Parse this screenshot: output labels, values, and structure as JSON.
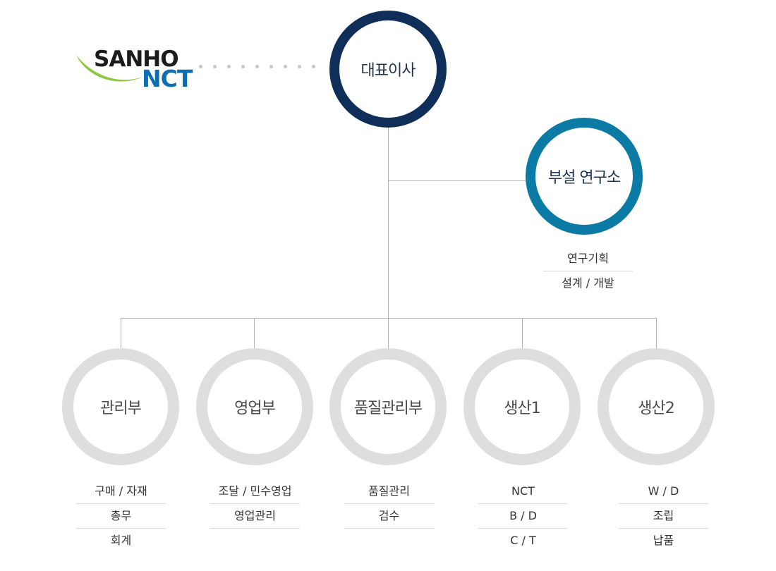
{
  "logo": {
    "top_text": "SANHO",
    "bottom_text": "NCT",
    "swoosh_color": "#8dc63f",
    "nct_color": "#0c6fb4"
  },
  "ceo": {
    "label": "대표이사"
  },
  "lab": {
    "label": "부설 연구소",
    "items": [
      "연구기획",
      "설계 / 개발"
    ]
  },
  "departments": [
    {
      "label": "관리부",
      "items": [
        "구매 / 자재",
        "총무",
        "회계"
      ]
    },
    {
      "label": "영업부",
      "items": [
        "조달 / 민수영업",
        "영업관리"
      ]
    },
    {
      "label": "품질관리부",
      "items": [
        "품질관리",
        "검수"
      ]
    },
    {
      "label": "생산1",
      "items": [
        "NCT",
        "B / D",
        "C / T"
      ]
    },
    {
      "label": "생산2",
      "items": [
        "W / D",
        "조립",
        "납품"
      ]
    }
  ],
  "colors": {
    "ceo_ring": "#0f2f5a",
    "lab_ring": "#0b7aa5",
    "dept_ring": "#dedede",
    "connector": "#b4b4b4"
  }
}
